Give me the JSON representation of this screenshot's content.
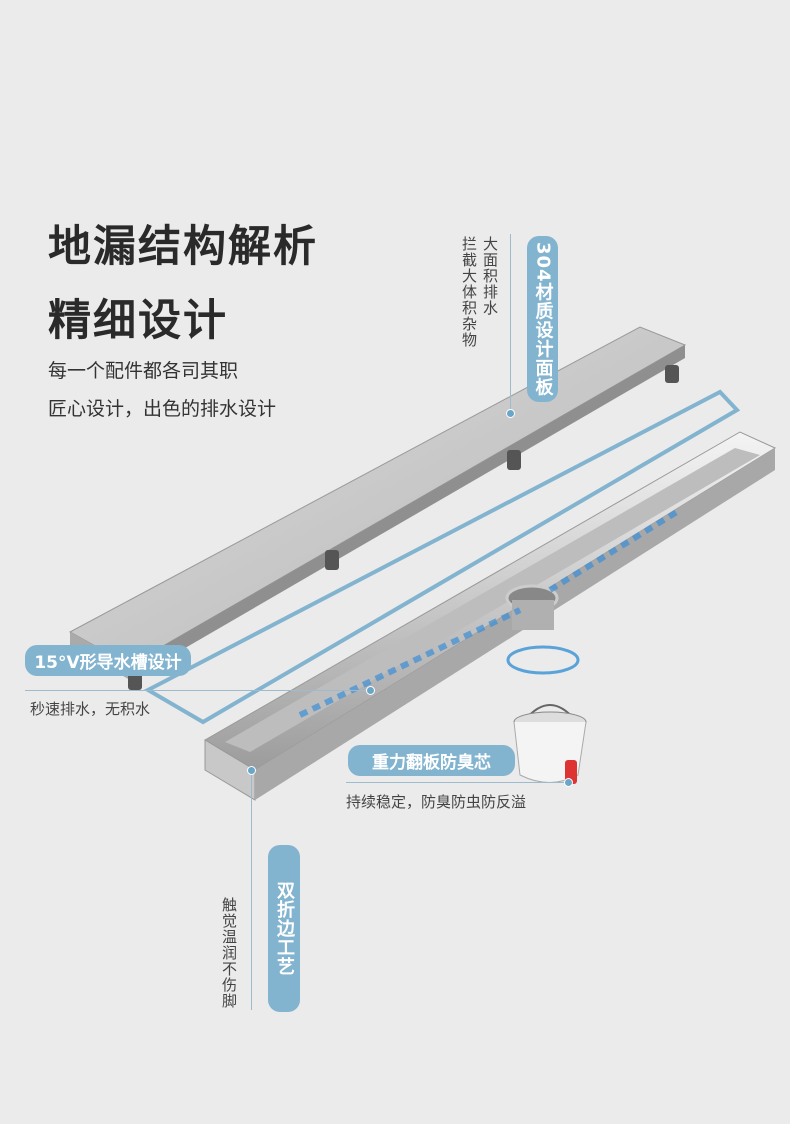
{
  "heading": {
    "line1": "地漏结构解析",
    "line2": "精细设计"
  },
  "subtitle": {
    "line1": "每一个配件都各司其职",
    "line2": "匠心设计，出色的排水设计"
  },
  "callouts": {
    "panel": {
      "badge": "304材质设计面板",
      "desc1": "大面积排水",
      "desc2": "拦截大体积杂物"
    },
    "groove": {
      "badge": "15°V形导水槽设计",
      "desc": "秒速排水，无积水"
    },
    "core": {
      "badge": "重力翻板防臭芯",
      "desc": "持续稳定，防臭防虫防反溢"
    },
    "edge": {
      "badge": "双折边工艺",
      "desc": "触觉温润不伤脚"
    }
  },
  "colors": {
    "badge": "#82b3cf",
    "background": "#ebebeb",
    "water": "#3d8fd6"
  }
}
